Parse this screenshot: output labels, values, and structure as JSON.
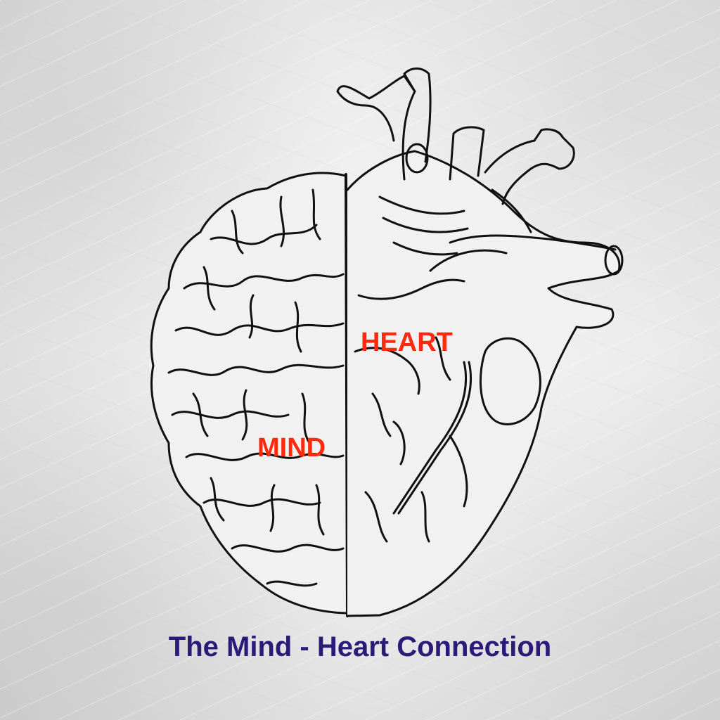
{
  "illustration": {
    "subject": "Half brain, half anatomical heart line drawing",
    "labels": {
      "mind": "MIND",
      "heart": "HEART"
    },
    "title": "The Mind - Heart Connection",
    "colors": {
      "label": "#ff2a0e",
      "title": "#2b1a78",
      "line": "#111111",
      "background": "#e9e9e9"
    }
  }
}
